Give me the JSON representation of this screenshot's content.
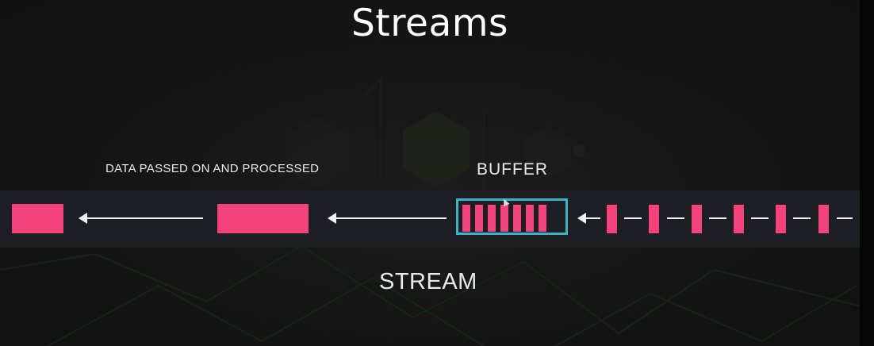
{
  "slide": {
    "title": "Streams",
    "labels": {
      "processed": "DATA PASSED ON AND PROCESSED",
      "buffer": "BUFFER",
      "stream": "STREAM"
    },
    "colors": {
      "chunk": "#f4427d",
      "buffer_border": "#3ab3c6",
      "arrow": "#f2f2f2",
      "background": "#141414"
    },
    "buffer_cell_count": 7,
    "incoming_chunk_count": 6
  }
}
